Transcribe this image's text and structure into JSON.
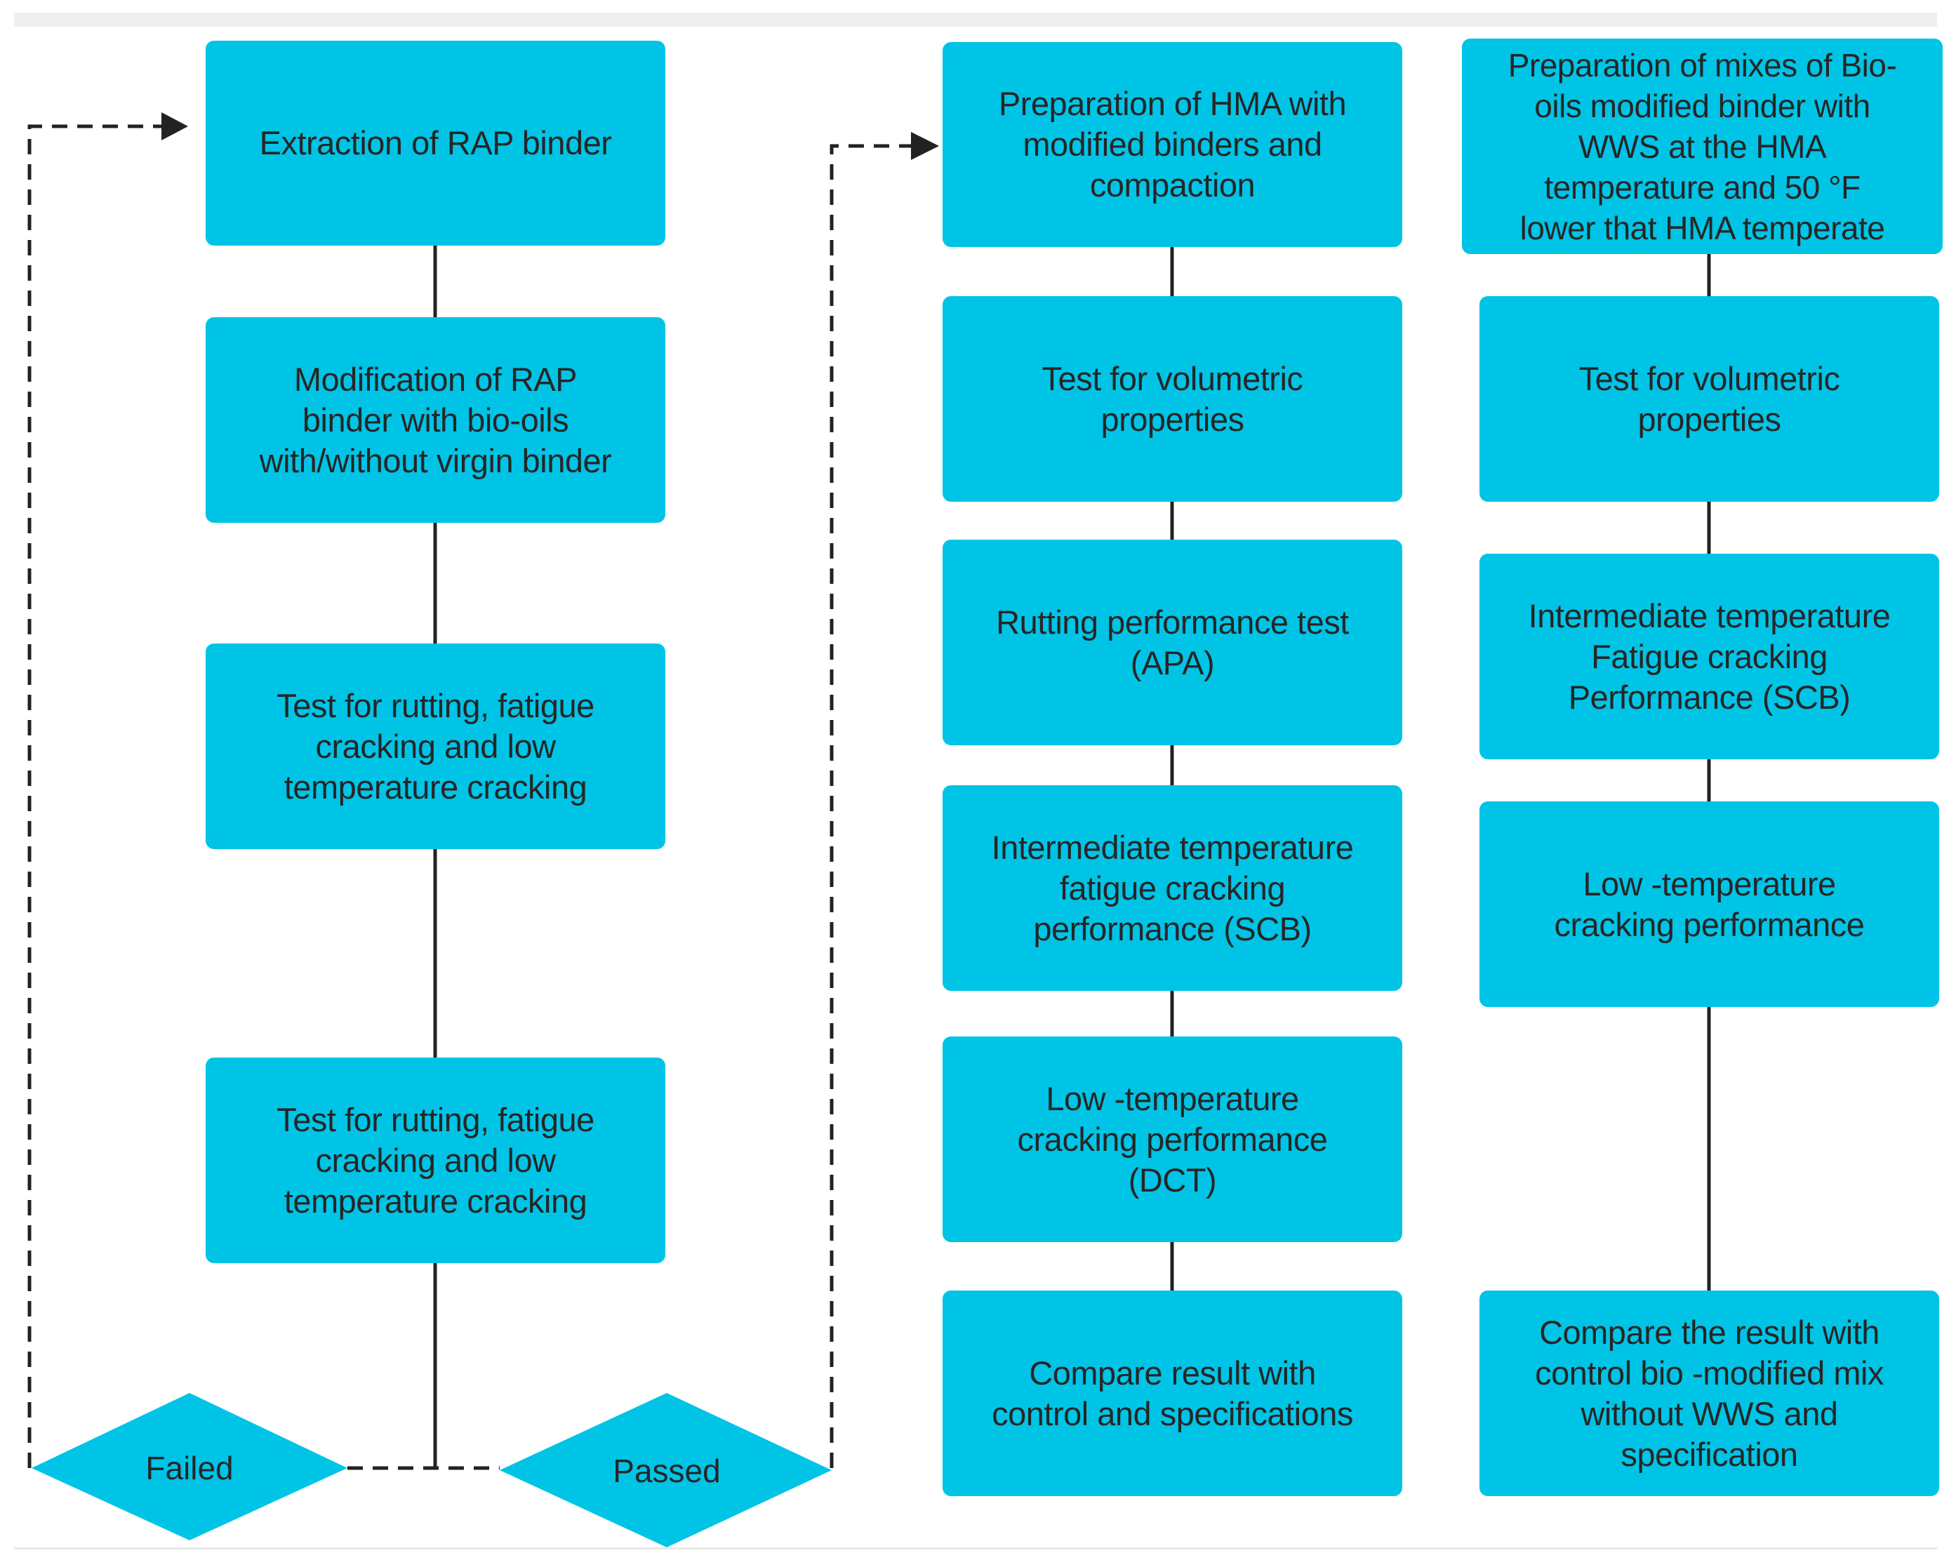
{
  "colors": {
    "box_fill": "#00c4e6",
    "connector": "#222222",
    "text": "#262626"
  },
  "left_column": {
    "extraction": "Extraction of RAP binder",
    "modification": "Modification of RAP\nbinder with bio-oils\nwith/without virgin binder",
    "test_1": "Test for rutting, fatigue\ncracking and low\ntemperature cracking",
    "test_2": "Test for rutting, fatigue\ncracking and low\ntemperature cracking"
  },
  "decisions": {
    "failed": "Failed",
    "passed": "Passed"
  },
  "middle_column": {
    "preparation": "Preparation of HMA with\nmodified binders and\ncompaction",
    "volumetric": "Test for volumetric\nproperties",
    "rutting": "Rutting performance test\n(APA)",
    "intermediate": "Intermediate temperature\nfatigue cracking\nperformance (SCB)",
    "low_temp": "Low -temperature\ncracking performance\n(DCT)",
    "compare": "Compare result with\ncontrol and specifications"
  },
  "right_column": {
    "preparation": "Preparation of mixes of Bio-\noils modified binder with\nWWS at the HMA\ntemperature and 50 °F\nlower that HMA temperate",
    "volumetric": "Test for volumetric\nproperties",
    "intermediate": "Intermediate temperature\nFatigue cracking\nPerformance (SCB)",
    "low_temp": "Low -temperature\ncracking performance",
    "compare": "Compare the result with\ncontrol bio -modified mix\nwithout WWS and\nspecification"
  }
}
